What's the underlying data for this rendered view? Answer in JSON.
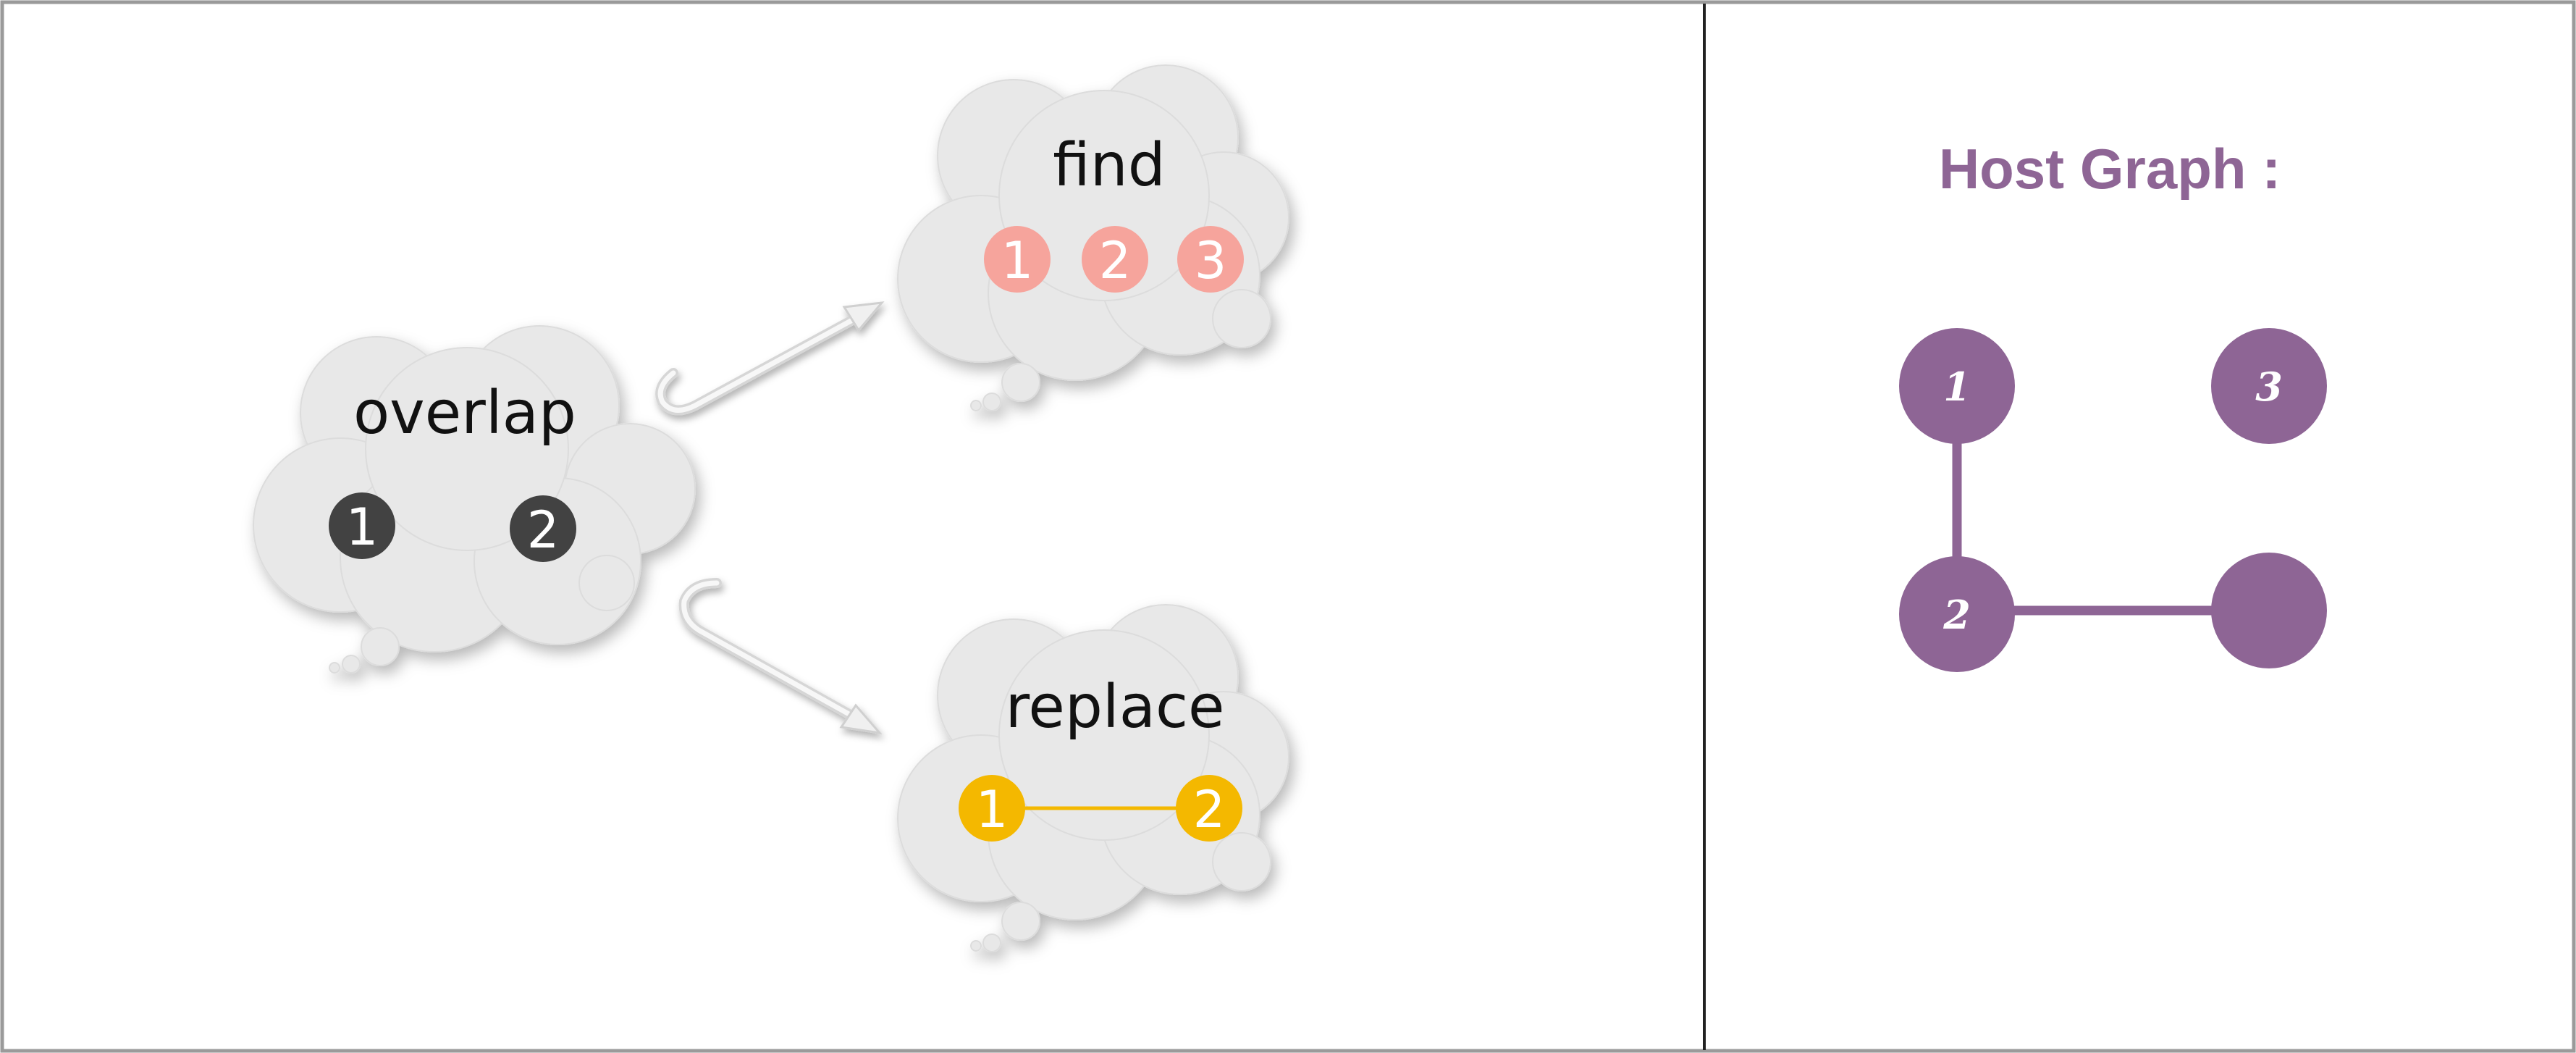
{
  "left_panel": {
    "overlap_cloud": {
      "title": "overlap",
      "nodes": [
        "1",
        "2"
      ]
    },
    "find_cloud": {
      "title": "find",
      "nodes": [
        "1",
        "2",
        "3"
      ]
    },
    "replace_cloud": {
      "title": "replace",
      "nodes": [
        "1",
        "2"
      ]
    }
  },
  "right_panel": {
    "title": "Host Graph :",
    "nodes": [
      "1",
      "3",
      "2",
      ""
    ]
  },
  "colors": {
    "cloud_fill": "#e8e8e8",
    "dark_node": "#424242",
    "pink_node": "#f6a49c",
    "yellow_node": "#f4b800",
    "purple": "#8e6595",
    "divider": "#222222",
    "border": "#9a9a9a"
  }
}
